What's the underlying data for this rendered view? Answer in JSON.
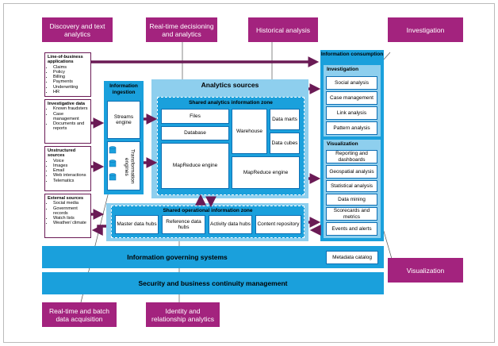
{
  "callouts": {
    "discovery": "Discovery and text analytics",
    "realtime": "Real-time decisioning and analytics",
    "historical": "Historical analysis",
    "investigation": "Investigation",
    "visualization": "Visualization",
    "acquisition": "Real-time and batch data acquisition",
    "identity": "Identity and relationship analytics"
  },
  "sources": [
    {
      "title": "Line-of-business applications",
      "items": [
        "Claims",
        "Policy",
        "Billing",
        "Payments",
        "Underwriting",
        "HR"
      ]
    },
    {
      "title": "Investigative data",
      "items": [
        "Known fraudsters",
        "Case management",
        "Documents and reports"
      ]
    },
    {
      "title": "Unstructured sources",
      "items": [
        "Voice",
        "Images",
        "Email",
        "Web interactions",
        "Telematics"
      ]
    },
    {
      "title": "External sources",
      "items": [
        "Social media",
        "Government records",
        "Watch lists",
        "Weather/ climate"
      ]
    }
  ],
  "ingestion": {
    "title": "Information ingestion",
    "streams": "Streams engine",
    "transformation": "Transformation engines"
  },
  "analytics": {
    "title": "Analytics sources",
    "zone_title": "Shared analytics information zone",
    "files": "Files",
    "database": "Database",
    "mapreduce_left": "MapReduce engine",
    "warehouse": "Warehouse",
    "data_marts": "Data marts",
    "data_cubes": "Data cubes",
    "mapreduce_right": "MapReduce engine"
  },
  "operational": {
    "title": "Shared operational information zone",
    "items": [
      "Master data hubs",
      "Reference data hubs",
      "Activity data hubs",
      "Content repository"
    ]
  },
  "consumption": {
    "title": "Information consumption",
    "investigation_title": "Investigation",
    "investigation_items": [
      "Social analysis",
      "Case management",
      "Link analysis",
      "Pattern analysis"
    ],
    "visualization_title": "Visualization",
    "visualization_items": [
      "Reporting and dashboards",
      "Geospatial analysis",
      "Statistical analysis",
      "Data mining",
      "Scorecards and metrics",
      "Events and alerts"
    ]
  },
  "governing": {
    "title": "Information governing systems",
    "metadata": "Metadata catalog"
  },
  "security": {
    "title": "Security and business continuity management"
  },
  "colors": {
    "callout": "#a3237e",
    "blue": "#1aa0dc",
    "light_blue": "#8ecfee",
    "arrow": "#6a1a55"
  }
}
